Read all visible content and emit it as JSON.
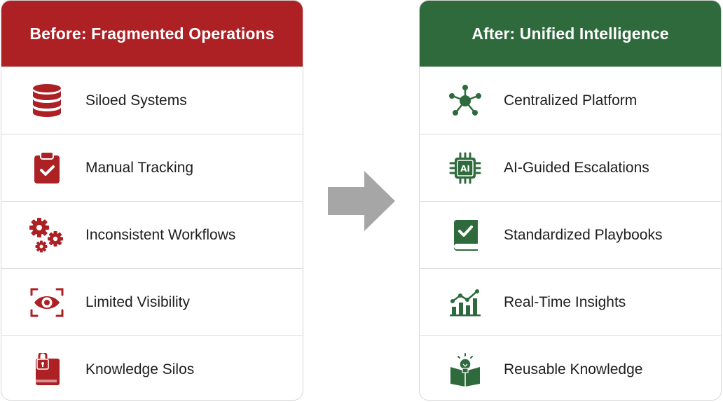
{
  "before": {
    "title": "Before: Fragmented Operations",
    "color": "#ad2024",
    "items": [
      {
        "label": "Siloed Systems",
        "icon": "database-icon"
      },
      {
        "label": "Manual Tracking",
        "icon": "clipboard-check-icon"
      },
      {
        "label": "Inconsistent Workflows",
        "icon": "gears-icon"
      },
      {
        "label": "Limited Visibility",
        "icon": "eye-scan-icon"
      },
      {
        "label": "Knowledge Silos",
        "icon": "locked-book-icon"
      }
    ]
  },
  "after": {
    "title": "After: Unified Intelligence",
    "color": "#2e6a3c",
    "items": [
      {
        "label": "Centralized Platform",
        "icon": "hub-network-icon"
      },
      {
        "label": "AI-Guided Escalations",
        "icon": "ai-chip-icon"
      },
      {
        "label": "Standardized Playbooks",
        "icon": "checked-book-icon"
      },
      {
        "label": "Real-Time Insights",
        "icon": "bar-line-chart-icon"
      },
      {
        "label": "Reusable Knowledge",
        "icon": "lightbulb-book-icon"
      }
    ]
  },
  "transition": {
    "icon": "arrow-right-icon",
    "color": "#a6a6a6"
  }
}
